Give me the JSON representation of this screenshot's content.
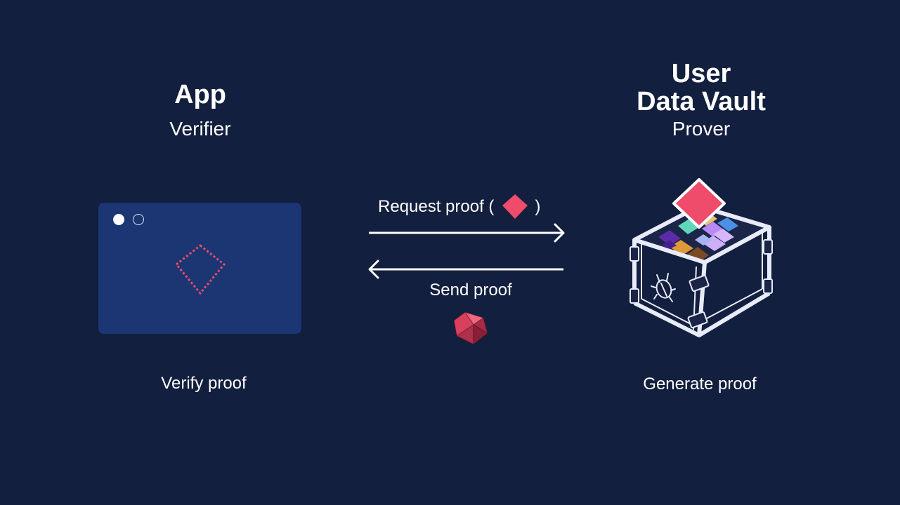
{
  "app": {
    "title": "App",
    "subtitle": "Verifier",
    "caption": "Verify proof"
  },
  "vault": {
    "title_line1": "User",
    "title_line2": "Data Vault",
    "subtitle": "Prover",
    "caption": "Generate proof"
  },
  "flow": {
    "request_label": "Request proof (",
    "request_close": ")",
    "send_label": "Send proof"
  },
  "colors": {
    "background": "#131f3e",
    "window": "#1b3672",
    "accent_diamond": "#ee4c6a",
    "text": "#ffffff"
  }
}
